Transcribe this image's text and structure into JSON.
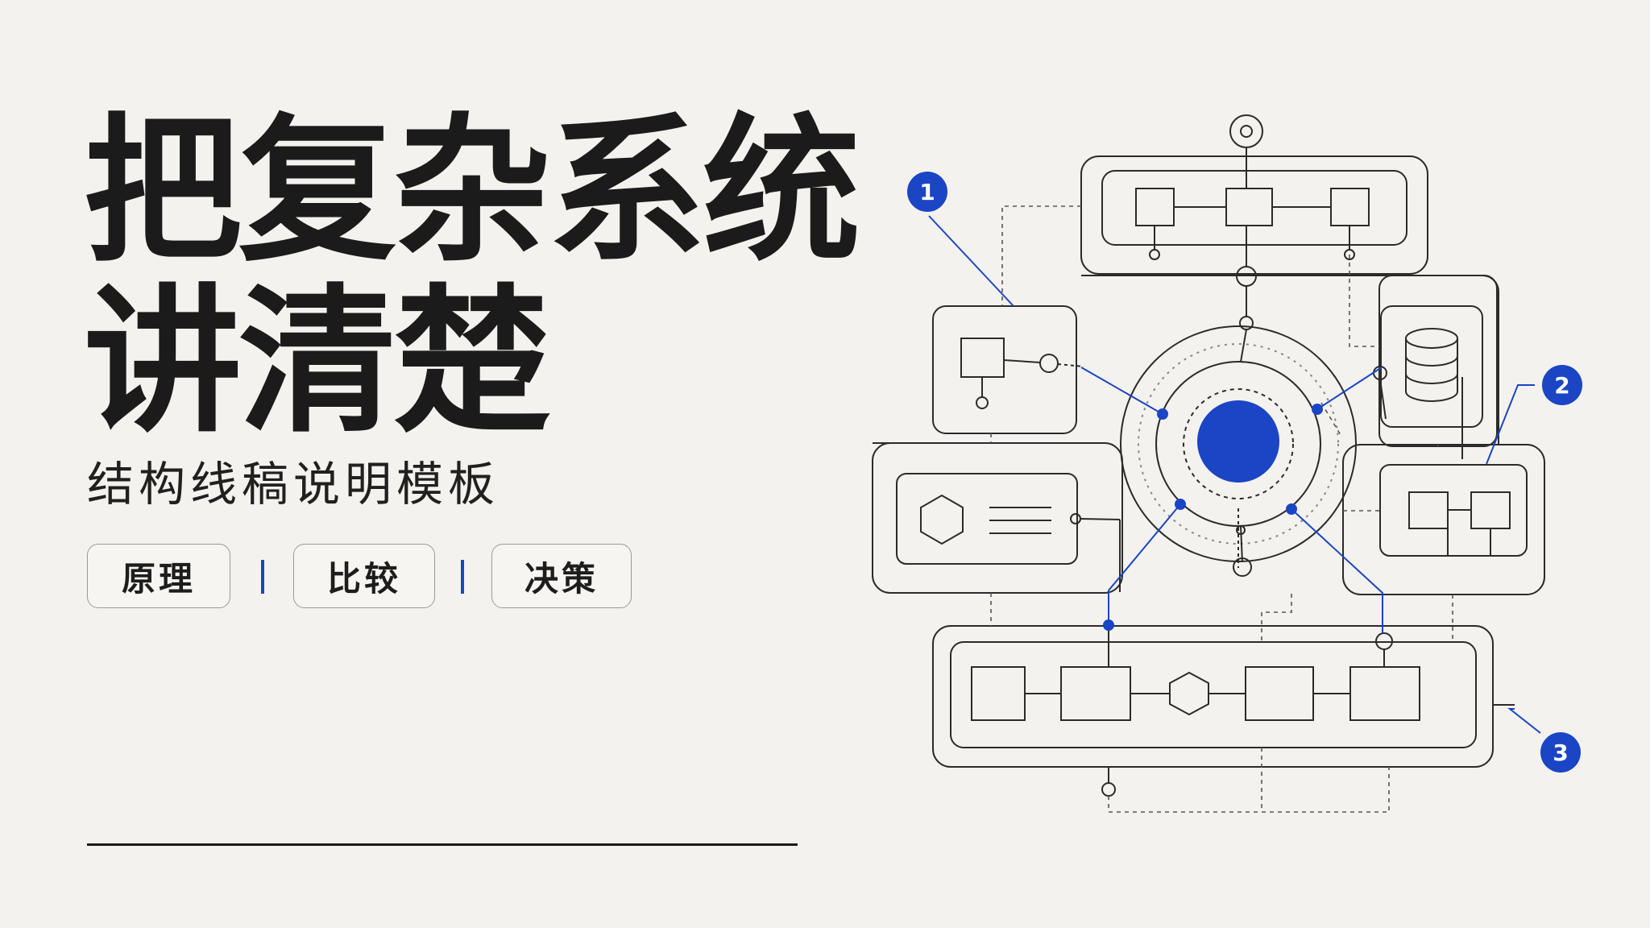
{
  "title": {
    "line1": "把复杂系统",
    "line2": "讲清楚"
  },
  "subtitle": "结构线稿说明模板",
  "tags": [
    "原理",
    "比较",
    "决策"
  ],
  "diagram": {
    "callouts": [
      "1",
      "2",
      "3"
    ],
    "accent_color": "#1a45c4",
    "line_color": "#2b2b2b"
  }
}
